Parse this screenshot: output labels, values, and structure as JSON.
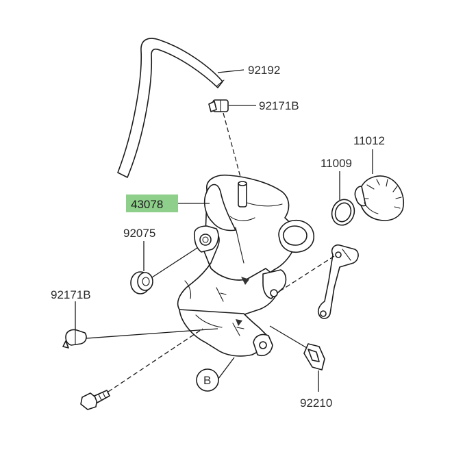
{
  "callouts": {
    "hose": "92192",
    "hose_clamp_top": "92171B",
    "cap": "11012",
    "cap_gasket": "11009",
    "reservoir_tank": "43078",
    "grommet": "92075",
    "hose_clamp_left": "92171B",
    "clip": "92210",
    "reference_b": "B"
  },
  "colors": {
    "highlight": "#8fcf8c",
    "line": "#1a1a1a"
  }
}
